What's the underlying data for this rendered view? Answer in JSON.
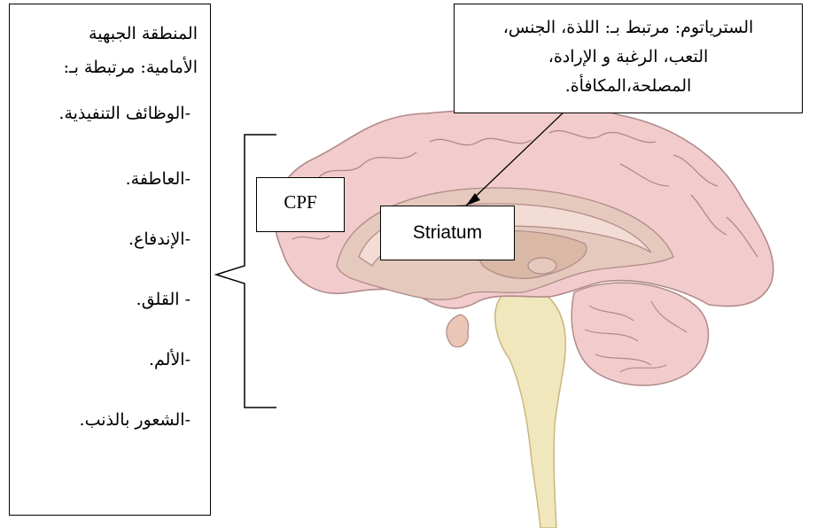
{
  "left_panel": {
    "title_line1": "المنطقة الجبهية",
    "title_line2": "الأمامية: مرتبطة بـ:",
    "items": [
      "-الوظائف التنفيذية.",
      "-العاطفة.",
      "-الإندفاع.",
      "- القلق.",
      "-الألم.",
      "-الشعور بالذنب."
    ]
  },
  "top_callout": {
    "line1": "الستريا‌توم: مرتبط بـ: اللذة، الجنس،",
    "line2": "التعب، الرغبة و الإرادة،",
    "line3": "المصلحة،المكافأة."
  },
  "labels": {
    "cpf": "CPF",
    "striatum": "Striatum"
  },
  "colors": {
    "cortex": "#f2cccc",
    "cortex_stroke": "#b08a8a",
    "inner": "#e6c9bd",
    "striatum_region": "#d9b8a6",
    "brainstem": "#f1e7bd",
    "brainstem_stroke": "#c8b77e"
  }
}
